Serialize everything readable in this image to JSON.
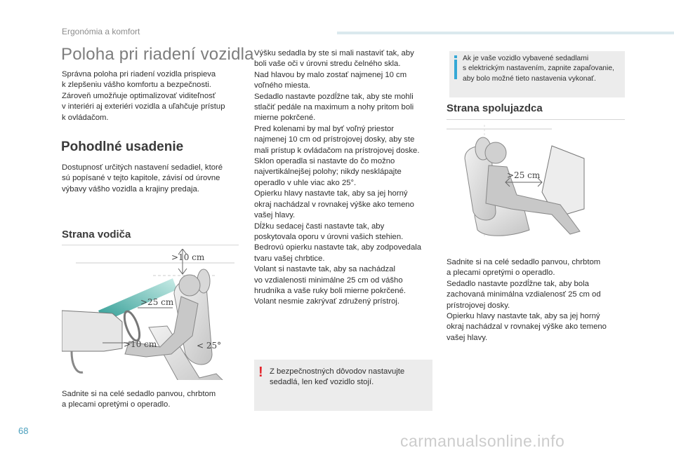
{
  "header": {
    "section": "Ergonómia a komfort"
  },
  "title": "Poloha pri riadení vozidla",
  "intro": "Správna poloha pri riadení vozidla prispieva\nk zlepšeniu vášho komfortu a bezpečnosti.\nZároveň umožňuje optimalizovať viditeľnosť\nv interiéri aj exteriéri vozidla a uľahčuje prístup\nk ovládačom.",
  "comfort": {
    "heading": "Pohodlné usadenie",
    "text": "Dostupnosť určitých nastavení sedadiel, ktoré\nsú popísané v tejto kapitole, závisí od úrovne\nvýbavy vášho vozidla a krajiny predaja."
  },
  "driver": {
    "heading": "Strana vodiča",
    "labels": {
      "head": ">10 cm",
      "chest": ">25 cm",
      "knee": ">10 cm",
      "angle": "< 25°"
    },
    "caption": "Sadnite si na celé sedadlo panvou, chrbtom\na plecami opretými o operadlo."
  },
  "middle_text": "Výšku sedadla by ste si mali nastaviť tak, aby\nboli vaše oči v úrovni stredu čelného skla.\nNad hlavou by malo zostať najmenej 10 cm\nvoľného miesta.\nSedadlo nastavte pozdĺžne tak, aby ste mohli\nstlačiť pedále na maximum a nohy pritom boli\nmierne pokrčené.\nPred kolenami by mal byť voľný priestor\nnajmenej 10 cm od prístrojovej dosky, aby ste\nmali prístup k ovládačom na prístrojovej doske.\nSklon operadla si nastavte do čo možno\nnajvertikálnejšej polohy; nikdy nesklápajte\noperadlo v uhle viac ako 25°.\nOpierku hlavy nastavte tak, aby sa jej horný\nokraj nachádzal v rovnakej výške ako temeno\nvašej hlavy.\nDĺžku sedacej časti nastavte tak, aby\nposkytovala oporu v úrovni vašich stehien.\nBedrovú opierku nastavte tak, aby zodpovedala\ntvaru vašej chrbtice.\nVolant si nastavte tak, aby sa nachádzal\nvo vzdialenosti minimálne 25 cm od vášho\nhrudníka a vaše ruky boli mierne pokrčené.\nVolant nesmie zakrývať združený prístroj.",
  "warning": {
    "mark": "!",
    "text": "Z bezpečnostných dôvodov nastavujte\nsedadlá, len keď vozidlo stojí."
  },
  "info": {
    "text": "Ak je vaše vozidlo vybavené sedadlami\ns elektrickým nastavením, zapnite zapaľovanie,\naby bolo možné tieto nastavenia vykonať."
  },
  "passenger": {
    "heading": "Strana spolujazdca",
    "labels": {
      "chest": ">25 cm"
    },
    "text": "Sadnite si na celé sedadlo panvou, chrbtom\na plecami opretými o operadlo.\nSedadlo nastavte pozdĺžne tak, aby bola\nzachovaná minimálna vzdialenosť 25 cm od\nprístrojovej dosky.\nOpierku hlavy nastavte tak, aby sa jej horný\nokraj nachádzal v rovnakej výške ako temeno\nvašej hlavy."
  },
  "footer": {
    "page_number": "68",
    "watermark": "carmanualsonline.info"
  },
  "colors": {
    "accent": "#35a8d6",
    "alert": "#e3242b",
    "callout_bg": "#ececec",
    "header_line": "#dbe9ee"
  }
}
